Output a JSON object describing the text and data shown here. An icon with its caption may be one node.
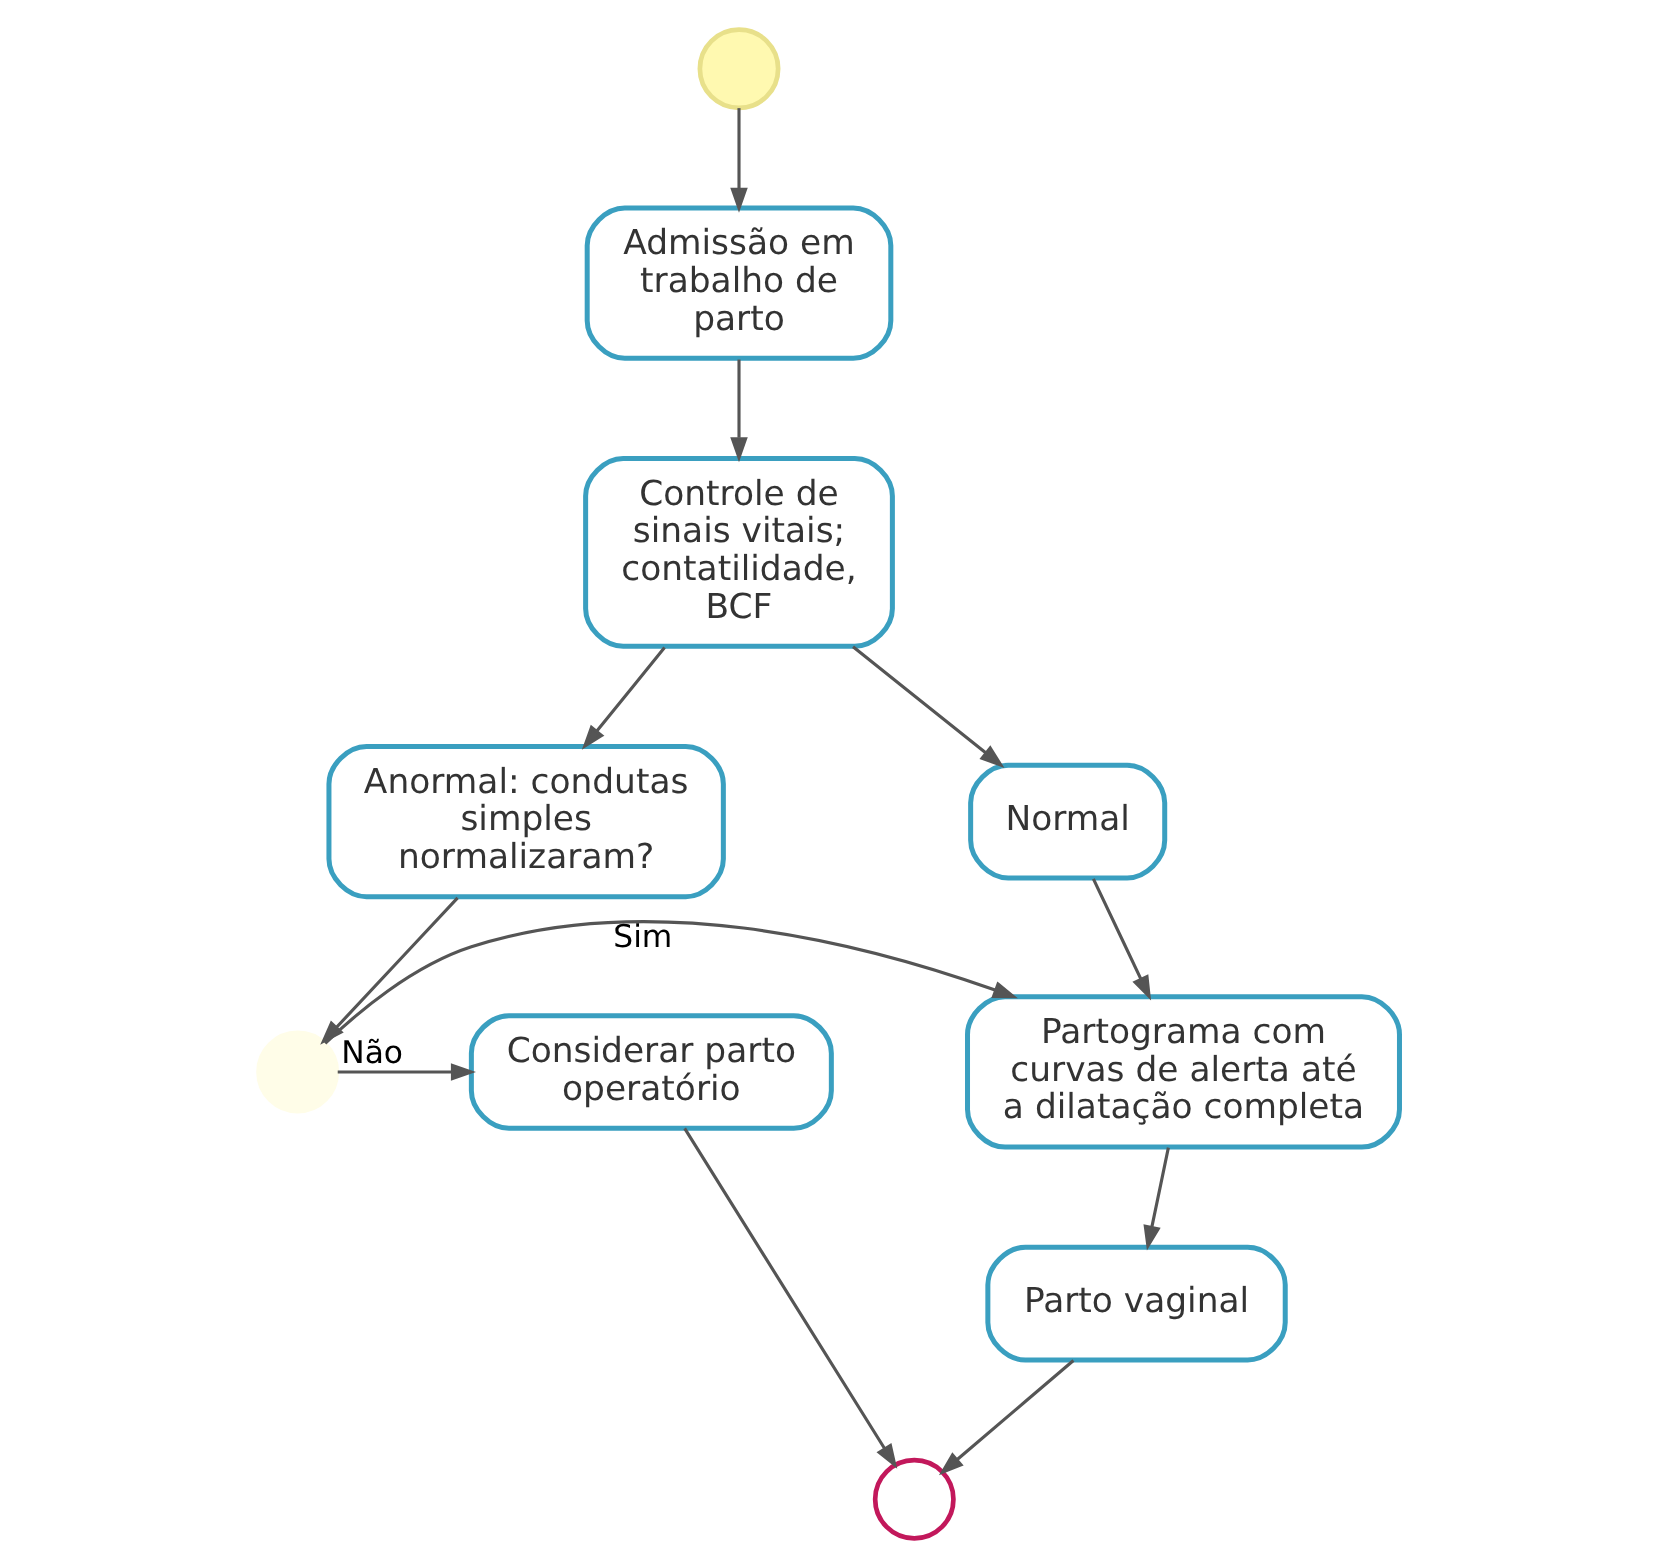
{
  "diagram": {
    "nodes": [
      {
        "text": [],
        "shape": "circle"
      },
      {
        "text": [
          "Admissão em trabalho de parto"
        ]
      },
      {
        "text": [
          "Controle de sinais vitais; contatilidade, BCF"
        ]
      },
      {
        "text": [
          "Normal"
        ]
      },
      {
        "text": [
          "Anormal: condutas simples normalizaram?"
        ]
      },
      {
        "text": [],
        "shape": "circle"
      },
      {
        "text": [
          "Partograma com curvas de alerta até a dilatação completa"
        ]
      },
      {
        "text": [
          "Considerar parto operatório"
        ]
      },
      {
        "text": [
          "Parto vaginal"
        ]
      },
      {
        "text": [],
        "shape": "circle"
      }
    ],
    "edges": [
      {
        "from": 0,
        "to": 1,
        "arrow": "to"
      },
      {
        "from": 1,
        "to": 2,
        "arrow": "to"
      },
      {
        "from": 2,
        "to": 3,
        "arrow": "to"
      },
      {
        "from": 2,
        "to": 4,
        "arrow": "to"
      },
      {
        "from": 3,
        "to": 6,
        "arrow": "to"
      },
      {
        "from": 4,
        "to": 5,
        "arrow": "to"
      },
      {
        "from": 5,
        "to": 6,
        "label": "Sim",
        "arrow": "to"
      },
      {
        "from": 5,
        "to": 7,
        "label": "Não",
        "arrow": "to"
      },
      {
        "from": 6,
        "to": 8,
        "arrow": "to"
      },
      {
        "from": 8,
        "to": 9,
        "arrow": "to"
      },
      {
        "from": 7,
        "to": 9,
        "arrow": "to"
      }
    ]
  }
}
